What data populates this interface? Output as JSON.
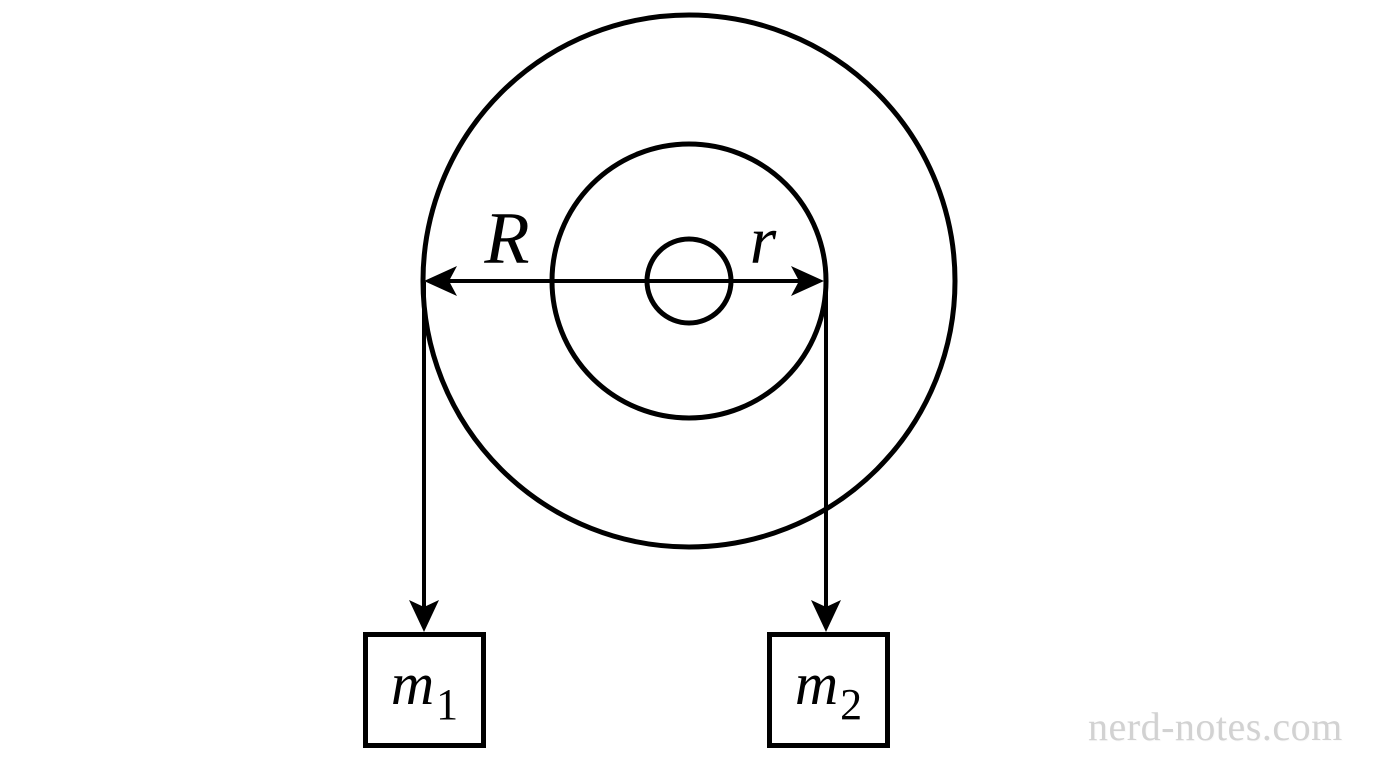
{
  "diagram": {
    "type": "compound-pulley-with-two-hanging-masses",
    "background_color": "#ffffff",
    "line_color": "#000000",
    "labels": {
      "outer_radius": "R",
      "inner_radius": "r",
      "mass1_base": "m",
      "mass1_sub": "1",
      "mass2_base": "m",
      "mass2_sub": "2"
    },
    "watermark": {
      "text": "nerd-notes.com",
      "color": "#d2d2d2"
    }
  }
}
